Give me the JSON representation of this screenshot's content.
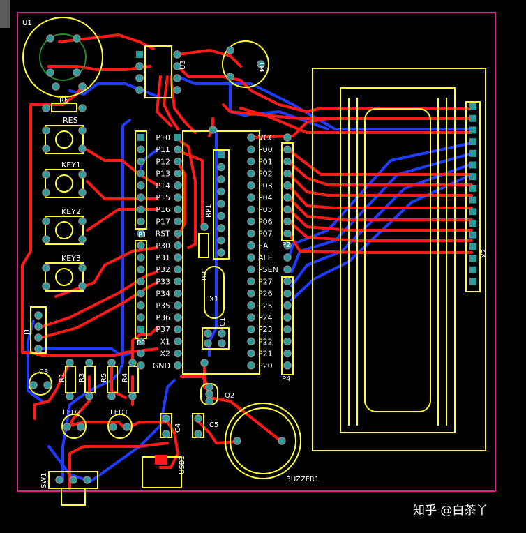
{
  "colors": {
    "background": "#000000",
    "board_edge": "#d6288f",
    "top_copper": "#ff1a1a",
    "bottom_copper": "#1f3cff",
    "silkscreen": "#ffff33",
    "pad_teal": "#2f9a9a",
    "pad_gray": "#8a8a8a",
    "label": "#ffffff"
  },
  "designators": {
    "u1": "U1",
    "u3": "U3",
    "u4": "U4",
    "r6": "R6",
    "res": "RES",
    "key1": "KEY1",
    "key2": "KEY2",
    "key3": "KEY3",
    "p1": "P1",
    "p2": "P2",
    "p3": "P3",
    "p4": "P4",
    "rp1": "RP1",
    "r2": "R2",
    "x1": "X1",
    "c1": "C1",
    "c3": "C3",
    "r1": "R1",
    "r3": "R3",
    "r5": "R5",
    "r4": "R4",
    "q2": "Q2",
    "led2": "LED2",
    "led1": "LED1",
    "c4": "C4",
    "c5": "C5",
    "usb1": "USB1",
    "buzzer1": "BUZZER1",
    "sw1": "SW1",
    "x2": "X2",
    "j1": "J1"
  },
  "mcu_left_pins": [
    "P10",
    "P11",
    "P12",
    "P13",
    "P14",
    "P15",
    "P16",
    "P17",
    "RST",
    "P30",
    "P31",
    "P32",
    "P33",
    "P34",
    "P35",
    "P36",
    "P37",
    "X1",
    "X2",
    "GND"
  ],
  "mcu_right_pins": [
    "VCC",
    "P00",
    "P01",
    "P02",
    "P03",
    "P04",
    "P05",
    "P06",
    "P07",
    "EA",
    "ALE",
    "PSEN",
    "P27",
    "P26",
    "P25",
    "P24",
    "P23",
    "P22",
    "P21",
    "P20"
  ],
  "watermark": "知乎 @白茶丫"
}
